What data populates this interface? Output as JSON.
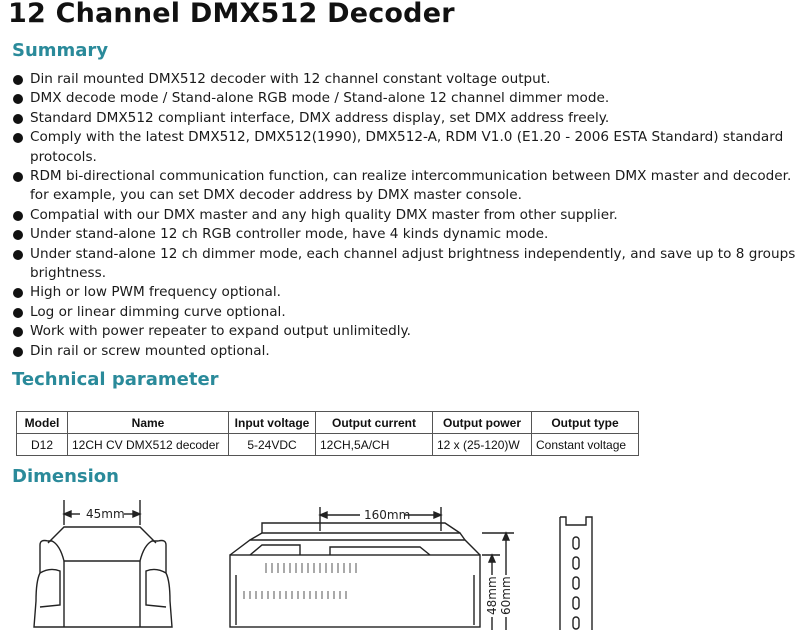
{
  "title": "12 Channel DMX512 Decoder",
  "summary": {
    "heading": "Summary",
    "items": [
      "Din rail mounted DMX512 decoder with 12 channel constant voltage output.",
      "DMX decode mode / Stand-alone RGB mode / Stand-alone 12 channel dimmer mode.",
      "Standard DMX512 compliant interface, DMX address display, set DMX address freely.",
      "Comply with the latest DMX512, DMX512(1990), DMX512-A, RDM V1.0 (E1.20 - 2006 ESTA Standard) standard protocols.",
      "RDM bi-directional communication function, can realize intercommunication between DMX master and decoder. for example, you can set DMX decoder address by DMX master console.",
      "Compatial with our DMX master and any high quality DMX master from other supplier.",
      "Under stand-alone 12 ch RGB controller mode, have 4 kinds dynamic mode.",
      "Under stand-alone 12 ch dimmer mode, each channel adjust brightness independently, and save up to 8 groups brightness.",
      "High or low PWM frequency optional.",
      "Log or linear dimming curve optional.",
      "Work with power repeater to expand output unlimitedly.",
      "Din rail or screw mounted optional."
    ]
  },
  "technical": {
    "heading": "Technical parameter",
    "columns": [
      "Model",
      "Name",
      "Input voltage",
      "Output current",
      "Output power",
      "Output type"
    ],
    "rows": [
      [
        "D12",
        "12CH CV DMX512 decoder",
        "5-24VDC",
        "12CH,5A/CH",
        "12 x (25-120)W",
        "Constant voltage"
      ]
    ]
  },
  "dimension": {
    "heading": "Dimension",
    "width_label": "45mm",
    "length_label": "160mm",
    "height1_label": "48mm",
    "height2_label": "60mm"
  }
}
